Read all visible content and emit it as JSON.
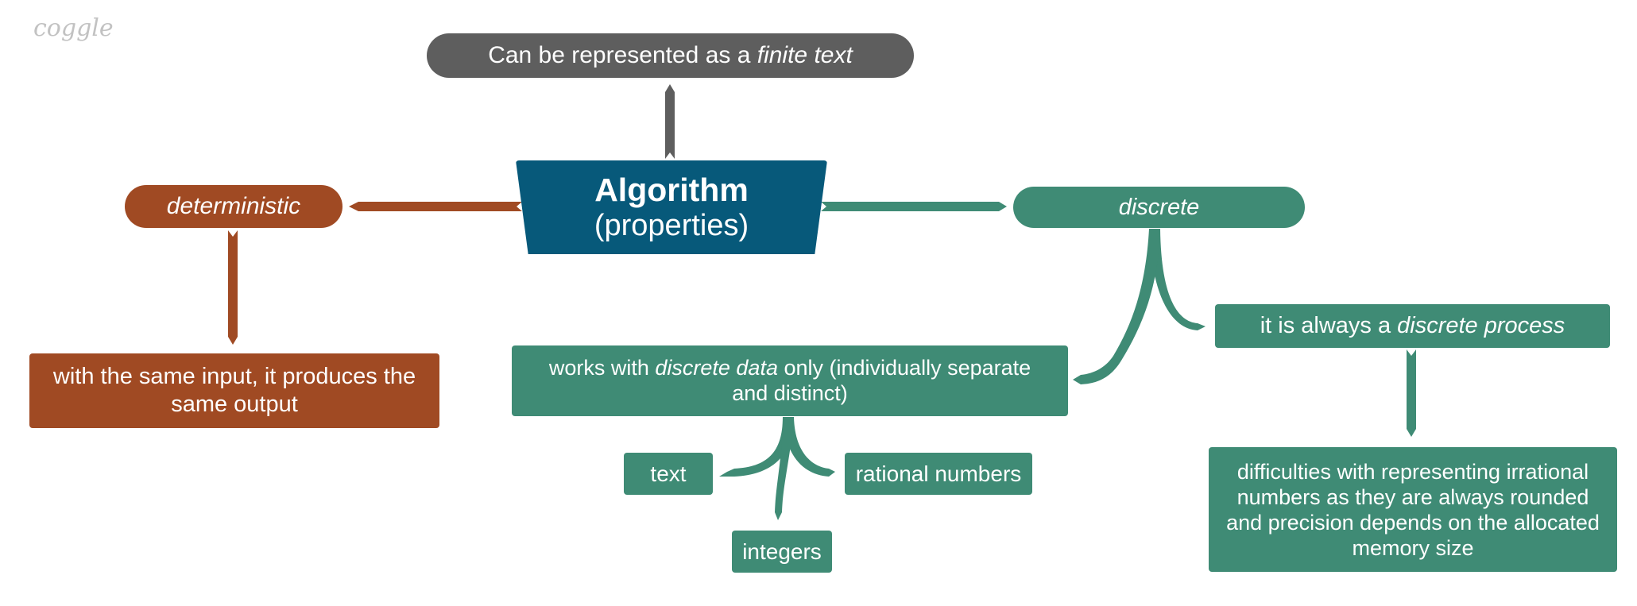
{
  "logo": "coggle",
  "central": {
    "title": "Algorithm",
    "subtitle": "(properties)"
  },
  "top_node": {
    "prefix": "Can be represented as a ",
    "emphasis": "finite text"
  },
  "deterministic": {
    "label": "deterministic",
    "child": "with the same input, it produces the same output"
  },
  "discrete": {
    "label": "discrete",
    "process": {
      "prefix": "it is always a ",
      "emphasis": "discrete process"
    },
    "process_child": "difficulties with representing irrational numbers as they are always rounded and precision depends on the allocated memory size",
    "data": {
      "prefix": "works with ",
      "emphasis": "discrete data",
      "suffix": " only (individually separate and distinct)"
    },
    "data_children": {
      "text": "text",
      "rational": "rational numbers",
      "integers": "integers"
    }
  },
  "colors": {
    "grey": "#5e5e5e",
    "rust": "#a04a23",
    "teal": "#3f8b75",
    "central": "#07597a"
  }
}
